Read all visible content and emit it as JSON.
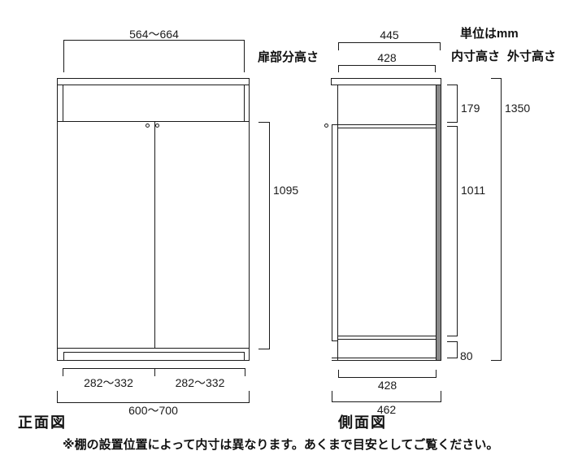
{
  "unit_note": "単位はmm",
  "front_view": {
    "label": "正面図",
    "door_section_label": "扉部分高さ",
    "dims": {
      "top_inner_width": "564〜664",
      "door_height": "1095",
      "door_width_left": "282〜332",
      "door_width_right": "282〜332",
      "total_width": "600〜700"
    }
  },
  "side_view": {
    "label": "側面図",
    "inner_height_label": "内寸高さ",
    "outer_height_label": "外寸高さ",
    "dims": {
      "top_depth": "445",
      "top_inner_depth": "428",
      "upper_inner_height": "179",
      "main_inner_height": "1011",
      "base_height": "80",
      "outer_height": "1350",
      "bottom_inner_depth": "428",
      "bottom_depth": "462"
    }
  },
  "footnote": "※棚の設置位置によって内寸は異なります。あくまで目安としてご覧ください。",
  "colors": {
    "line": "#1a1a1a",
    "back_panel": "#8a8a8a",
    "background": "#ffffff"
  }
}
